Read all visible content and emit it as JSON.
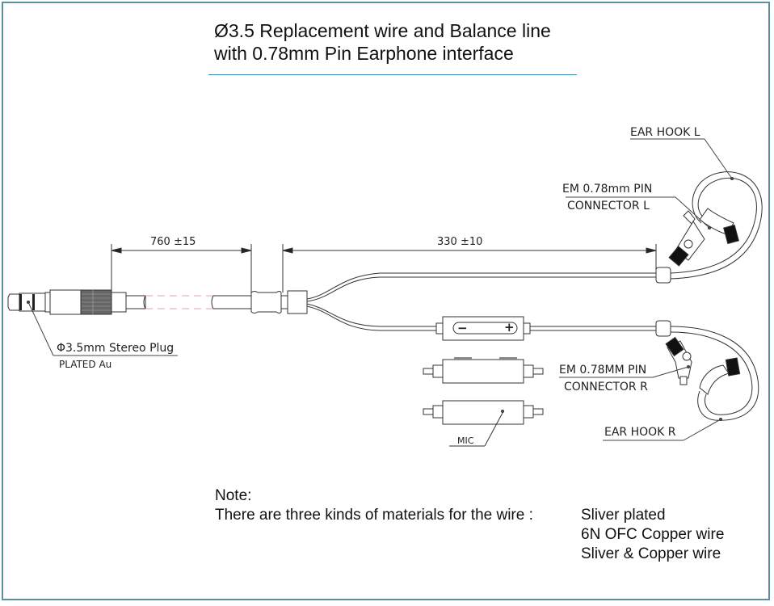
{
  "title": {
    "line1": "Ø3.5 Replacement wire and Balance line",
    "line2": "with 0.78mm Pin Earphone interface"
  },
  "dimensions": {
    "plug_to_split": "760 ±15",
    "split_to_connector": "330 ±10"
  },
  "labels": {
    "plug_name": "Φ3.5mm Stereo Plug",
    "plug_plating": "PLATED Au",
    "ear_hook_left": "EAR HOOK L",
    "connector_left_line1": "EM 0.78mm PIN",
    "connector_left_line2": "CONNECTOR L",
    "connector_right_line1": "EM 0.78MM PIN",
    "connector_right_line2": "CONNECTOR R",
    "ear_hook_right": "EAR HOOK R",
    "mic": "MIC",
    "volume_minus": "−",
    "volume_plus": "+"
  },
  "note": {
    "heading": "Note:",
    "text": "There are three kinds of materials for the wire :",
    "materials": [
      "Sliver plated",
      "6N OFC Copper wire",
      "Sliver & Copper wire"
    ]
  },
  "colors": {
    "frame": "#5b8ea0",
    "title_rule": "#3a88b5",
    "line": "#333333"
  }
}
